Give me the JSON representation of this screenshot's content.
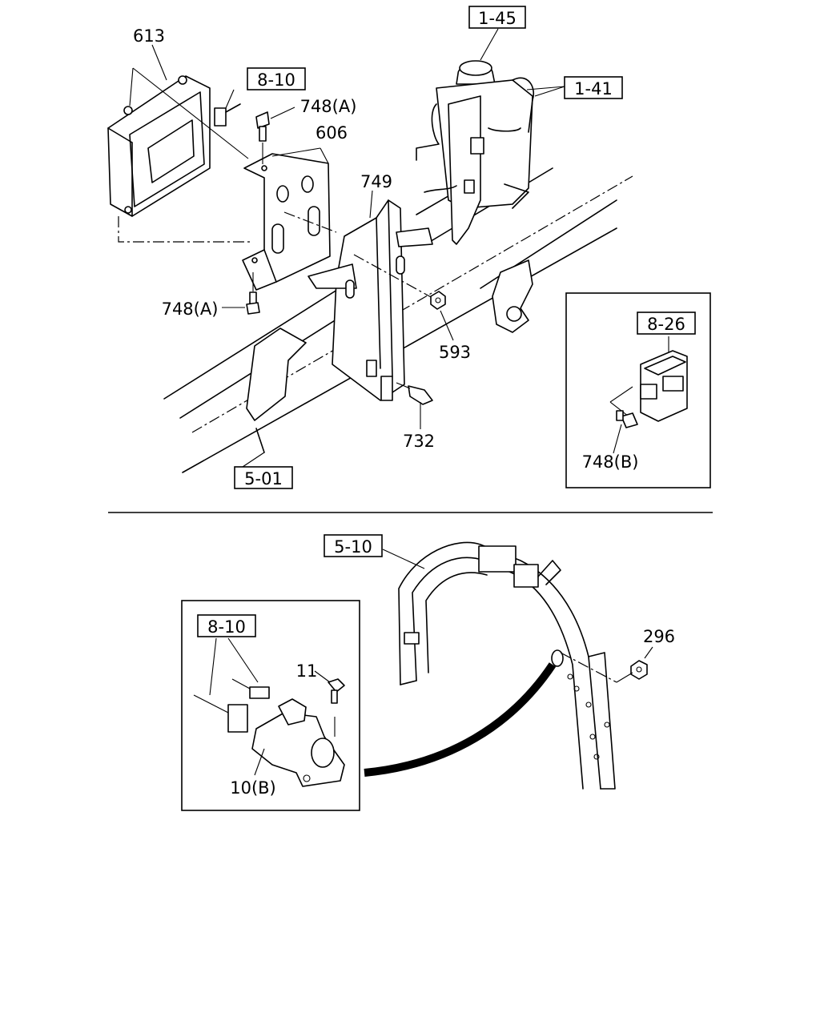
{
  "callouts": {
    "ref_1_45": "1-45",
    "ref_1_41": "1-41",
    "ref_8_10_top": "8-10",
    "ref_8_26": "8-26",
    "ref_5_01": "5-01",
    "ref_5_10": "5-10",
    "ref_8_10_inset": "8-10"
  },
  "parts": {
    "p613": "613",
    "p748a_top": "748(A)",
    "p606": "606",
    "p749": "749",
    "p748a_bottom": "748(A)",
    "p593": "593",
    "p732": "732",
    "p748b": "748(B)",
    "p296": "296",
    "p11": "11",
    "p10b": "10(B)"
  }
}
